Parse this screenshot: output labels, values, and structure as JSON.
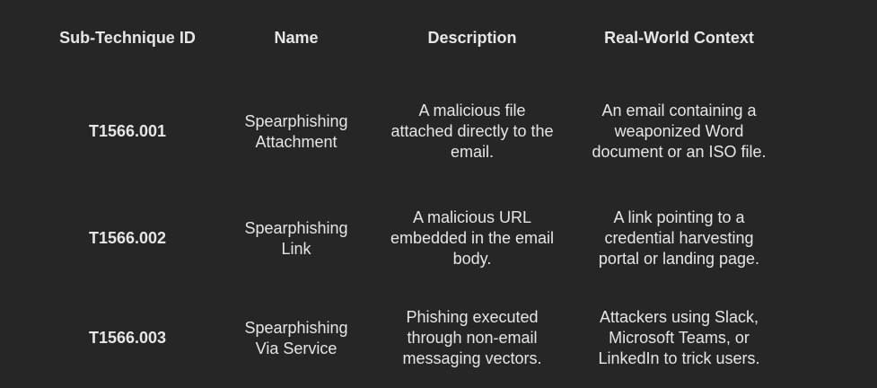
{
  "table": {
    "headers": [
      "Sub-Technique ID",
      "Name",
      "Description",
      "Real-World Context"
    ],
    "rows": [
      {
        "id": "T1566.001",
        "name_line1": "Spearphishing",
        "name_line2": "Attachment",
        "desc_line1": "A malicious file",
        "desc_line2": "attached directly to the",
        "desc_line3": "email.",
        "context_line1": "An email containing a",
        "context_line2": "weaponized Word",
        "context_line3": "document or an ISO file."
      },
      {
        "id": "T1566.002",
        "name_line1": "Spearphishing",
        "name_line2": "Link",
        "desc_line1": "A malicious URL",
        "desc_line2": "embedded in the email",
        "desc_line3": "body.",
        "context_line1": "A link pointing to a",
        "context_line2": "credential harvesting",
        "context_line3": "portal or landing page."
      },
      {
        "id": "T1566.003",
        "name_line1": "Spearphishing",
        "name_line2": "Via Service",
        "desc_line1": "Phishing executed",
        "desc_line2": "through non-email",
        "desc_line3": "messaging vectors.",
        "context_line1": "Attackers using Slack,",
        "context_line2": "Microsoft Teams, or",
        "context_line3": "LinkedIn to trick users."
      }
    ]
  }
}
